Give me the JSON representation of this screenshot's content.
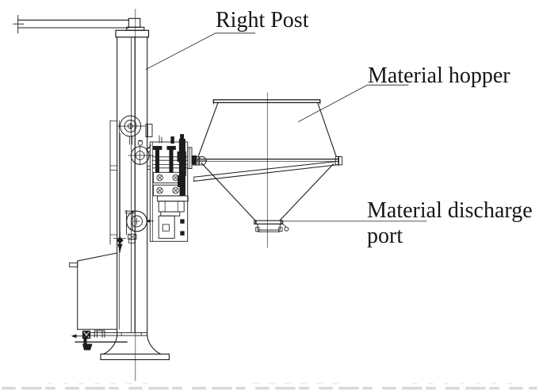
{
  "diagram": {
    "labels": {
      "right_post": "Right Post",
      "material_hopper": "Material hopper",
      "material_discharge_line1": "Material discharge",
      "material_discharge_line2": "port"
    },
    "colors": {
      "line": "#1c1c1c",
      "background": "#ffffff"
    }
  }
}
